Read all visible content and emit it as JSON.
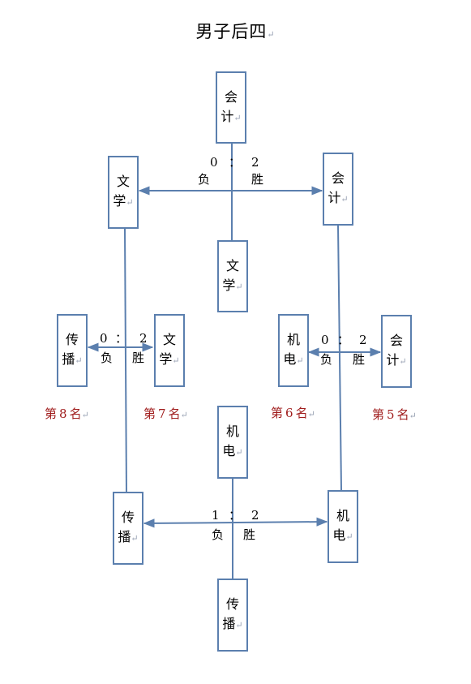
{
  "title": "男子后四",
  "boxes": {
    "top_a": [
      "会",
      "计"
    ],
    "top_b": [
      "文",
      "学"
    ],
    "left_top": [
      "文",
      "学"
    ],
    "right_top": [
      "会",
      "计"
    ],
    "q1_left": [
      "传",
      "播"
    ],
    "q1_right": [
      "文",
      "学"
    ],
    "q2_left": [
      "机",
      "电"
    ],
    "q2_right": [
      "会",
      "计"
    ],
    "bot_a": [
      "机",
      "电"
    ],
    "bot_b": [
      "传",
      "播"
    ],
    "left_bot": [
      "传",
      "播"
    ],
    "right_bot": [
      "机",
      "电"
    ]
  },
  "matches": {
    "top": {
      "left_score": "0",
      "colon": "：",
      "right_score": "2",
      "left_result": "负",
      "right_result": "胜"
    },
    "q1": {
      "left_score": "0",
      "colon": "：",
      "right_score": "2",
      "left_result": "负",
      "right_result": "胜"
    },
    "q2": {
      "left_score": "0",
      "colon": "：",
      "right_score": "2",
      "left_result": "负",
      "right_result": "胜"
    },
    "bottom": {
      "left_score": "1",
      "colon": "：",
      "right_score": "2",
      "left_result": "负",
      "right_result": "胜"
    }
  },
  "ranks": [
    {
      "prefix": "第",
      "number": "8",
      "suffix": "名"
    },
    {
      "prefix": "第",
      "number": "7",
      "suffix": "名"
    },
    {
      "prefix": "第",
      "number": "6",
      "suffix": "名"
    },
    {
      "prefix": "第",
      "number": "5",
      "suffix": "名"
    }
  ],
  "paragraph_mark": "↵",
  "colors": {
    "line": "#5b7fae",
    "rank_text": "#a01d1d"
  }
}
